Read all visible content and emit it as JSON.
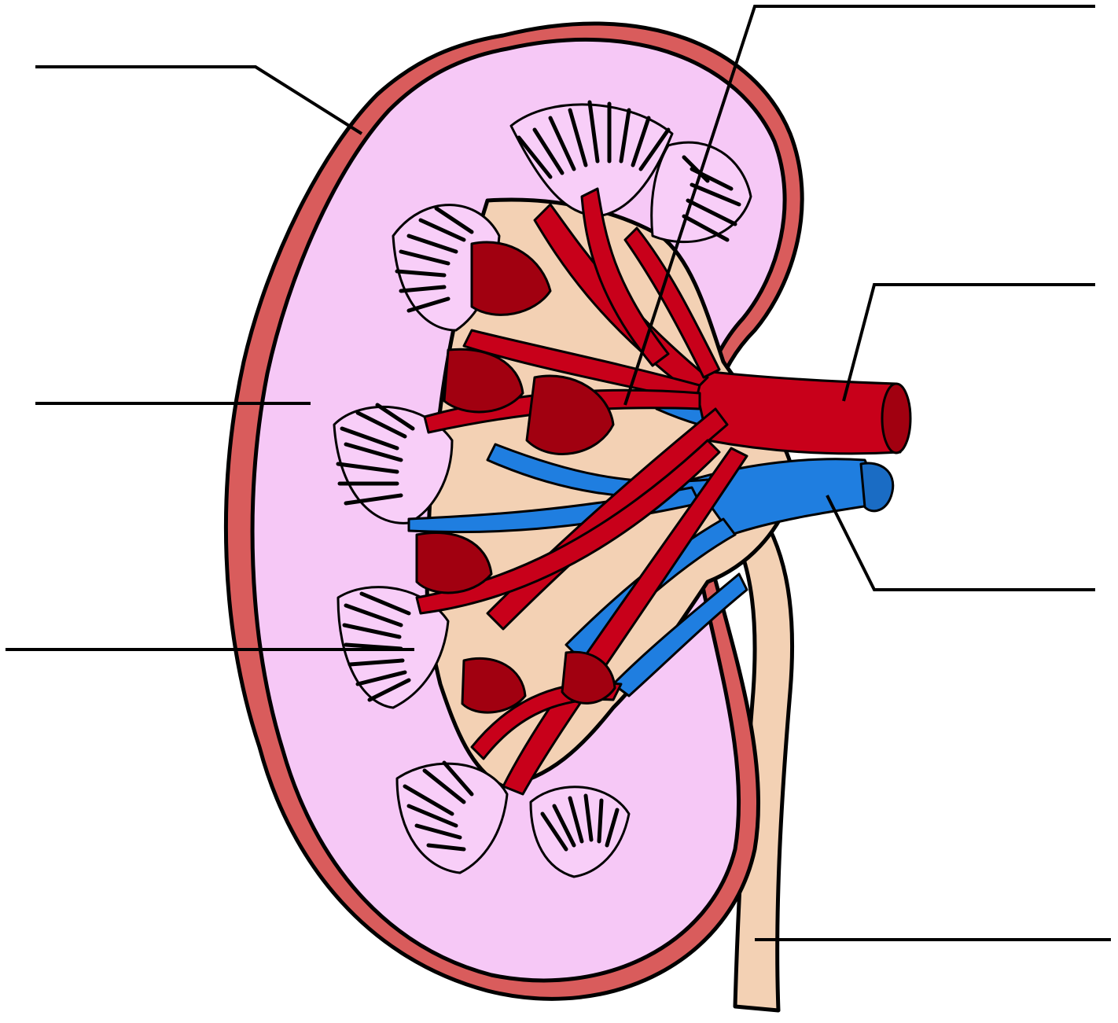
{
  "diagram": {
    "labels": [
      {
        "id": "capsule",
        "text": ""
      },
      {
        "id": "renal-vein-pelvis",
        "text": ""
      },
      {
        "id": "cortex",
        "text": ""
      },
      {
        "id": "renal-artery",
        "text": ""
      },
      {
        "id": "renal-vein",
        "text": ""
      },
      {
        "id": "pyramid",
        "text": ""
      },
      {
        "id": "ureter",
        "text": ""
      }
    ],
    "colors": {
      "capsule": "#d95c5c",
      "cortex": "#f6c8f6",
      "pelvis": "#f3d1b4",
      "artery": "#c8001a",
      "artery_dark": "#a10010",
      "vein": "#1f7ee0"
    }
  }
}
